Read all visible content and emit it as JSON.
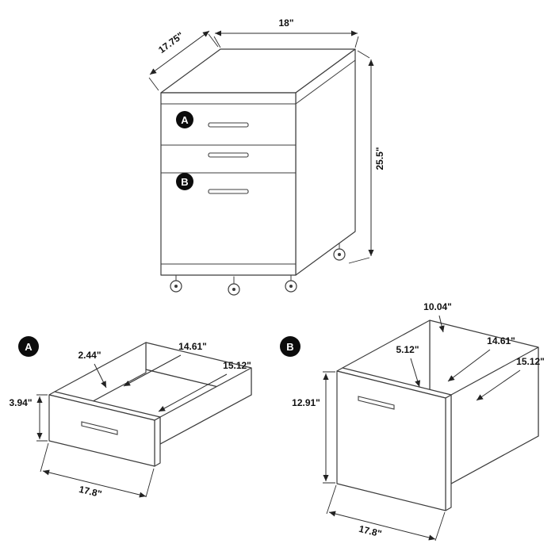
{
  "colors": {
    "line": "#3c3c3c",
    "badge": "#0c0c0c",
    "background": "#ffffff"
  },
  "diagram": {
    "cabinet": {
      "badge_a": "A",
      "badge_b": "B",
      "width": "18\"",
      "depth": "17.75\"",
      "height": "25.5\""
    },
    "drawer_a": {
      "badge": "A",
      "dim_interior_height": "2.44\"",
      "dim_interior_depth": "14.61\"",
      "dim_exterior_depth": "15.12\"",
      "dim_height": "3.94\"",
      "dim_width": "17.8\""
    },
    "drawer_b": {
      "badge": "B",
      "dim_back_height": "10.04\"",
      "dim_interior_height": "5.12\"",
      "dim_interior_depth": "14.61\"",
      "dim_exterior_depth": "15.12\"",
      "dim_height": "12.91\"",
      "dim_width": "17.8\""
    }
  }
}
